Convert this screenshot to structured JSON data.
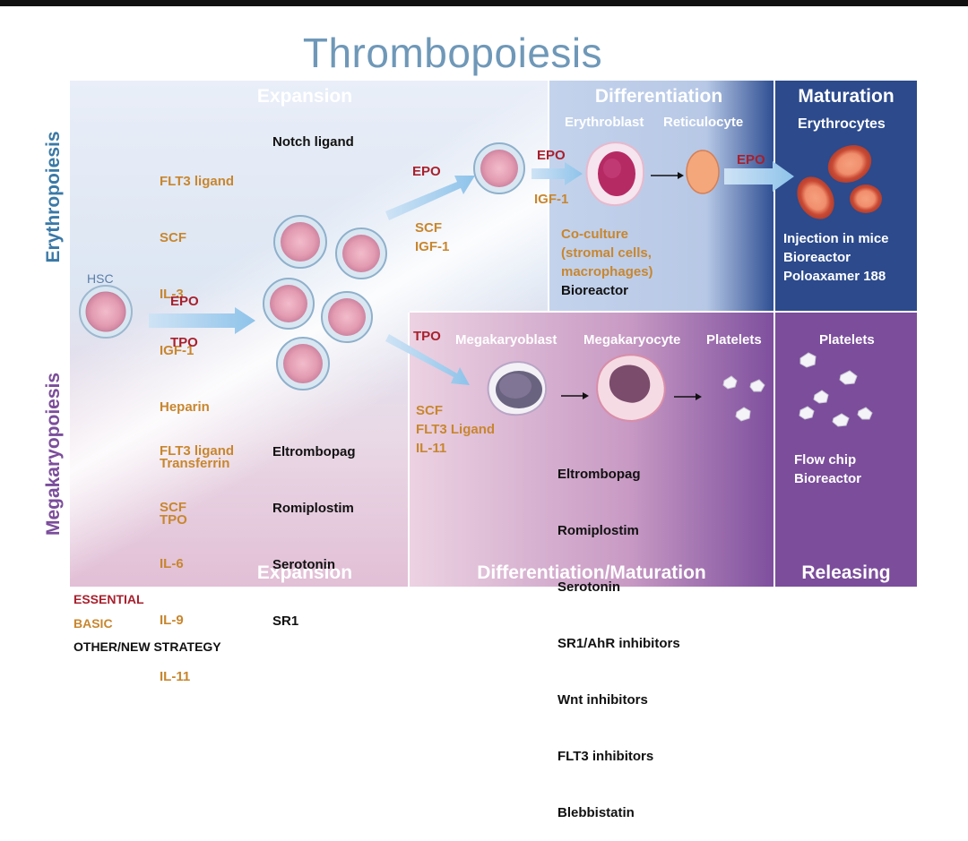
{
  "title": "Thrombopoiesis",
  "side_labels": {
    "top": "Erythropoiesis",
    "bottom": "Megakaryopoiesis"
  },
  "headers": {
    "expansion_top": "Expansion",
    "differentiation": "Differentiation",
    "maturation": "Maturation",
    "expansion_bottom": "Expansion",
    "diff_maturation": "Differentiation/Maturation",
    "releasing": "Releasing"
  },
  "cell_labels": {
    "hsc": "HSC",
    "erythroblast": "Erythroblast",
    "reticulocyte": "Reticulocyte",
    "erythrocytes": "Erythrocytes",
    "megakaryoblast": "Megakaryoblast",
    "megakaryocyte": "Megakaryocyte",
    "platelets": "Platelets",
    "platelets_release": "Platelets"
  },
  "factors": {
    "ery_basic": [
      "FLT3 ligand",
      "SCF",
      "IL-3",
      "IGF-1",
      "Heparin",
      "Transferrin",
      "TPO"
    ],
    "ery_other": "Notch ligand",
    "hsc_epo": "EPO",
    "hsc_tpo": "TPO",
    "ery_arrow_epo": "EPO",
    "ery_arrow_scf": "SCF\nIGF-1",
    "diff_epo": "EPO",
    "diff_igf": "IGF-1",
    "mat_epo": "EPO",
    "coculture": "Co-culture\n(stromal cells,\nmacrophages)",
    "bioreactor": "Bioreactor",
    "mat_methods": "Injection in mice\nBioreactor\nPoloaxamer 188",
    "mk_basic": [
      "FLT3 ligand",
      "SCF",
      "IL-6",
      "IL-9",
      "IL-11"
    ],
    "mk_other": [
      "Eltrombopag",
      "Romiplostim",
      "Serotonin",
      "SR1"
    ],
    "mk_arrow_tpo": "TPO",
    "mk_basic2": "SCF\nFLT3 Ligand\nIL-11",
    "mk_other2": [
      "Eltrombopag",
      "Romiplostim",
      "Serotonin",
      "SR1/AhR inhibitors",
      "Wnt inhibitors",
      "FLT3 inhibitors",
      "Blebbistatin"
    ],
    "release_methods": "Flow chip\nBioreactor"
  },
  "legend": {
    "essential": "ESSENTIAL",
    "basic": "BASIC",
    "other": "OTHER/NEW STRATEGY"
  },
  "colors": {
    "essential": "#a8202d",
    "basic": "#c8862e",
    "other": "#111111",
    "title": "#6f98b8"
  }
}
